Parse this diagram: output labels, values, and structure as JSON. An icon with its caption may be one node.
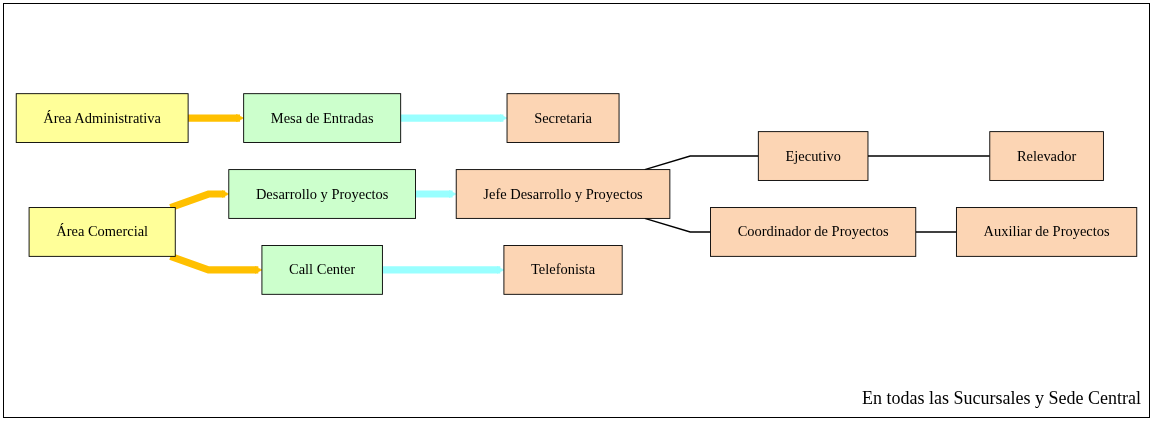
{
  "diagram": {
    "nodes": [
      {
        "text": [
          "Área Administrativa"
        ]
      },
      {
        "text": [
          "Mesa de Entradas"
        ]
      },
      {
        "text": [
          "Secretaria"
        ]
      },
      {
        "text": [
          "Área Comercial"
        ]
      },
      {
        "text": [
          "Desarrollo y Proyectos"
        ]
      },
      {
        "text": [
          "Jefe Desarrollo y Proyectos"
        ]
      },
      {
        "text": [
          "Ejecutivo"
        ]
      },
      {
        "text": [
          "Relevador"
        ]
      },
      {
        "text": [
          "Coordinador de Proyectos"
        ]
      },
      {
        "text": [
          "Auxiliar de Proyectos"
        ]
      },
      {
        "text": [
          "Call Center"
        ]
      },
      {
        "text": [
          "Telefonista"
        ]
      }
    ],
    "edges": [
      {
        "from": 0,
        "to": 1,
        "arrow": "to",
        "color": "#ffc000"
      },
      {
        "from": 1,
        "to": 2,
        "arrow": "to",
        "color": "#99ffff"
      },
      {
        "from": 3,
        "to": 4,
        "arrow": "to",
        "color": "#ffc000"
      },
      {
        "from": 4,
        "to": 5,
        "arrow": "to",
        "color": "#99ffff"
      },
      {
        "from": 5,
        "to": 6,
        "arrow": "none"
      },
      {
        "from": 5,
        "to": 8,
        "arrow": "none"
      },
      {
        "from": 6,
        "to": 7,
        "arrow": "none"
      },
      {
        "from": 8,
        "to": 9,
        "arrow": "none"
      },
      {
        "from": 3,
        "to": 10,
        "arrow": "to",
        "color": "#ffc000"
      },
      {
        "from": 10,
        "to": 11,
        "arrow": "to",
        "color": "#99ffff"
      }
    ],
    "labels": [
      "En todas las Sucursales y Sede Central"
    ]
  }
}
